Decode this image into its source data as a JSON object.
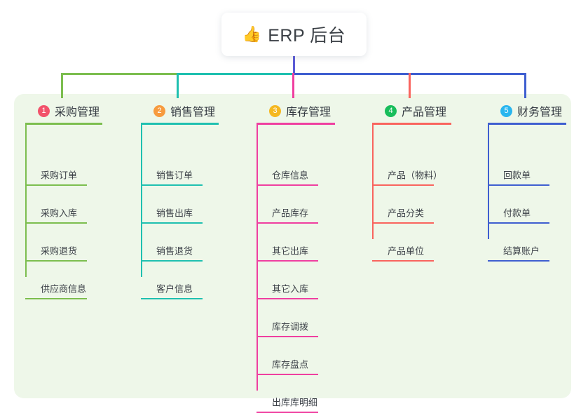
{
  "diagram": {
    "root": {
      "emoji": "👍",
      "emoji_name": "thumbs-up-icon",
      "title": "ERP 后台"
    },
    "panel_color": "#eef7e9",
    "stem_color": "#5b5bd6",
    "branches": [
      {
        "number": "1",
        "label": "采购管理",
        "badge_color": "#f2526b",
        "line_color": "#7cbe4f",
        "items": [
          "采购订单",
          "采购入库",
          "采购退货",
          "供应商信息"
        ]
      },
      {
        "number": "2",
        "label": "销售管理",
        "badge_color": "#f79b3e",
        "line_color": "#1fc0b0",
        "items": [
          "销售订单",
          "销售出库",
          "销售退货",
          "客户信息"
        ]
      },
      {
        "number": "3",
        "label": "库存管理",
        "badge_color": "#f5b820",
        "line_color": "#ef3fa0",
        "items": [
          "仓库信息",
          "产品库存",
          "其它出库",
          "其它入库",
          "库存调拨",
          "库存盘点",
          "出库库明细"
        ]
      },
      {
        "number": "4",
        "label": "产品管理",
        "badge_color": "#18bd5b",
        "line_color": "#f9645e",
        "items": [
          "产品（物料）",
          "产品分类",
          "产品单位"
        ]
      },
      {
        "number": "5",
        "label": "财务管理",
        "badge_color": "#29b6ef",
        "line_color": "#3f5fd0",
        "items": [
          "回款单",
          "付款单",
          "结算账户"
        ]
      }
    ]
  }
}
